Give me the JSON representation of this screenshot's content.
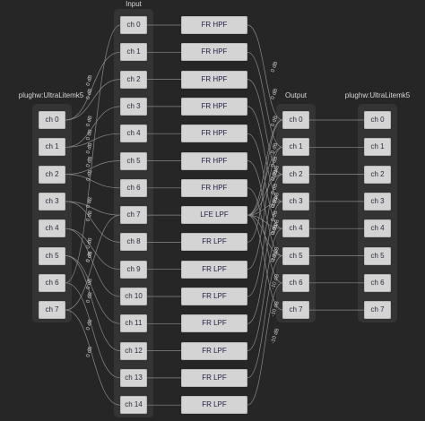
{
  "headers": {
    "left_device": "plughw:UltraLitemk5",
    "input": "Input",
    "output": "Output",
    "right_device": "plughw:UltraLitemk5"
  },
  "left_channels": [
    "ch 0",
    "ch 1",
    "ch 2",
    "ch 3",
    "ch 4",
    "ch 5",
    "ch 6",
    "ch 7"
  ],
  "input_channels": [
    "ch 0",
    "ch 1",
    "ch 2",
    "ch 3",
    "ch 4",
    "ch 5",
    "ch 6",
    "ch 7",
    "ch 8",
    "ch 9",
    "ch 10",
    "ch 11",
    "ch 12",
    "ch 13",
    "ch 14"
  ],
  "filters": [
    "FR HPF",
    "FR HPF",
    "FR HPF",
    "FR HPF",
    "FR HPF",
    "FR HPF",
    "FR HPF",
    "LFE LPF",
    "FR LPF",
    "FR LPF",
    "FR LPF",
    "FR LPF",
    "FR LPF",
    "FR LPF",
    "FR LPF"
  ],
  "output_channels": [
    "ch 0",
    "ch 1",
    "ch 2",
    "ch 3",
    "ch 4",
    "ch 5",
    "ch 6",
    "ch 7"
  ],
  "right_channels": [
    "ch 0",
    "ch 1",
    "ch 2",
    "ch 3",
    "ch 4",
    "ch 5",
    "ch 6",
    "ch 7"
  ],
  "gain_labels": {
    "zero": "0 dB",
    "minus_ten": "-10 dB"
  },
  "colors": {
    "background": "#262626",
    "group": "#343434",
    "node": "#d4d4d4",
    "wire": "#8a8a8a"
  }
}
